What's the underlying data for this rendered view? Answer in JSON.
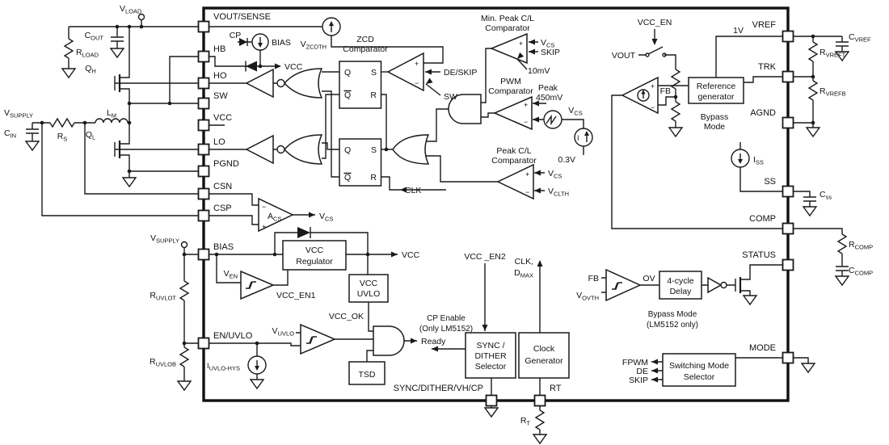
{
  "pins": {
    "vout_sense": "VOUT/SENSE",
    "hb": "HB",
    "ho": "HO",
    "sw": "SW",
    "vcc": "VCC",
    "lo": "LO",
    "pgnd": "PGND",
    "csn": "CSN",
    "csp": "CSP",
    "bias": "BIAS",
    "en_uvlo": "EN/UVLO",
    "sync": "SYNC/DITHER/VH/CP",
    "rt": "RT",
    "vref": "VREF",
    "trk": "TRK",
    "agnd": "AGND",
    "ss": "SS",
    "comp": "COMP",
    "status": "STATUS",
    "mode": "MODE"
  },
  "external": {
    "vload": {
      "m": "V",
      "s": "LOAD"
    },
    "cout": {
      "m": "C",
      "s": "OUT"
    },
    "rload": {
      "m": "R",
      "s": "LOAD"
    },
    "qh": {
      "m": "Q",
      "s": "H"
    },
    "ql": {
      "m": "Q",
      "s": "L"
    },
    "vsupply": {
      "m": "V",
      "s": "SUPPLY"
    },
    "cin": {
      "m": "C",
      "s": "IN"
    },
    "rs": {
      "m": "R",
      "s": "S"
    },
    "lm": {
      "m": "L",
      "s": "M"
    },
    "ruvlot": {
      "m": "R",
      "s": "UVLOT"
    },
    "ruvlob": {
      "m": "R",
      "s": "UVLOB"
    },
    "cvref": {
      "m": "C",
      "s": "VREF"
    },
    "rvreft": {
      "m": "R",
      "s": "VREFT"
    },
    "rvrefb": {
      "m": "R",
      "s": "VREFB"
    },
    "css": {
      "m": "C",
      "s": "ss"
    },
    "rcomp": {
      "m": "R",
      "s": "COMP"
    },
    "ccomp": {
      "m": "C",
      "s": "COMP"
    },
    "rt": {
      "m": "R",
      "s": "T"
    }
  },
  "internal": {
    "cp": "CP",
    "bias_src": "BIAS",
    "vcc": "VCC",
    "vzcdth": {
      "m": "V",
      "s": "ZCDTH"
    },
    "zcd_comp": [
      "ZCD",
      "Comparator"
    ],
    "de_skip": "DE/SKIP",
    "sw": "SW",
    "ff": {
      "q": "Q",
      "qb": "Q",
      "s": "S",
      "r": "R"
    },
    "min_peak_comp": [
      "Min. Peak C/L",
      "Comparator"
    ],
    "vcs": {
      "m": "V",
      "s": "CS"
    },
    "skip": "SKIP",
    "mv10": "10mV",
    "pwm_comp": [
      "PWM",
      "Comparator"
    ],
    "peak": "Peak",
    "mv450": "450mV",
    "i": "I",
    "v03": "0.3V",
    "peak_cl_comp": [
      "Peak C/L",
      "Comparator"
    ],
    "vclth": {
      "m": "V",
      "s": "CLTH"
    },
    "clk": "CLK",
    "acs": {
      "m": "A",
      "s": "CS"
    },
    "vcc_regulator": [
      "VCC",
      "Regulator"
    ],
    "vcc_uvlo": [
      "VCC",
      "UVLO"
    ],
    "ven": {
      "m": "V",
      "s": "EN"
    },
    "vcc_en1": "VCC_EN1",
    "vcc_ok": "VCC_OK",
    "vuvlo": {
      "m": "V",
      "s": "UVLO"
    },
    "ready": "Ready",
    "tsd": "TSD",
    "iuvlohys": {
      "m": "I",
      "s": "UVLO-HYS"
    },
    "sync_selector": [
      "SYNC /",
      "DITHER",
      "Selector"
    ],
    "clock_generator": [
      "Clock",
      "Generator"
    ],
    "cp_enable": [
      "CP Enable",
      "(Only LM5152)"
    ],
    "vcc_en2": "VCC _EN2",
    "clk_comma": "CLK,",
    "dmax": {
      "m": "D",
      "s": "MAX"
    },
    "vcc_en": "VCC_EN",
    "vout": "VOUT",
    "fb": "FB",
    "ref_gen": [
      "Reference",
      "generator"
    ],
    "bypass_mode": [
      "Bypass",
      "Mode"
    ],
    "v1": "1V",
    "iss": {
      "m": "I",
      "s": "SS"
    },
    "vovth": {
      "m": "V",
      "s": "OVTH"
    },
    "ov": "OV",
    "delay": [
      "4-cycle",
      "Delay"
    ],
    "bypass_lm5152": [
      "Bypass Mode",
      "(LM5152 only)"
    ],
    "fpwm": "FPWM",
    "de": "DE",
    "skip_mode": "SKIP",
    "mode_selector": [
      "Switching Mode",
      "Selector"
    ],
    "plus": "+",
    "minus": "−"
  }
}
